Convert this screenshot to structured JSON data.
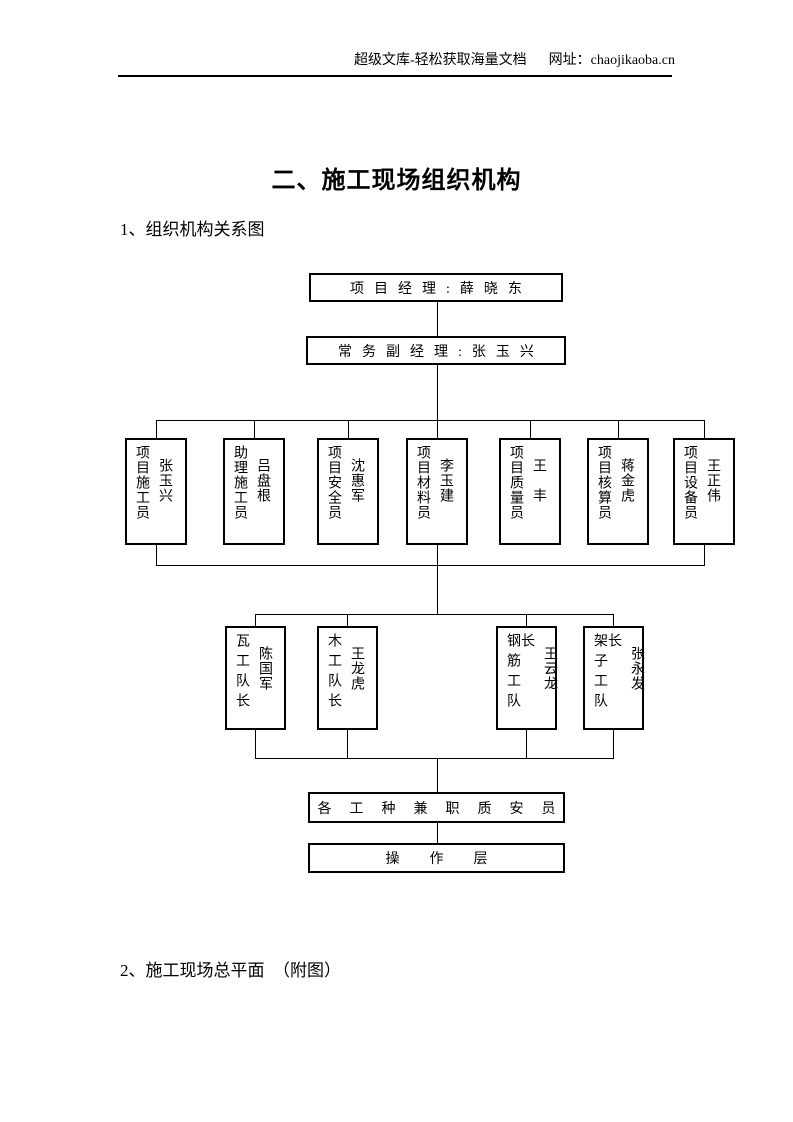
{
  "header": {
    "site": "超级文库-轻松获取海量文档",
    "url": "网址：chaojikaoba.cn"
  },
  "title": "二、施工现场组织机构",
  "sections": {
    "s1": "1、组织机构关系图",
    "s2": "2、施工现场总平面　（附图）"
  },
  "chart": {
    "manager": "项目经理:薛晓东",
    "deputy": "常务副经理:张玉兴",
    "staff": [
      {
        "title": "项目施工员",
        "name": "张玉兴"
      },
      {
        "title": "助理施工员",
        "name": "吕盘根"
      },
      {
        "title": "项目安全员",
        "name": "沈惠军"
      },
      {
        "title": "项目材料员",
        "name": "李玉建"
      },
      {
        "title": "项目质量员",
        "name": "王　丰"
      },
      {
        "title": "项目核算员",
        "name": "蒋金虎"
      },
      {
        "title": "项目设备员",
        "name": "王正伟"
      }
    ],
    "teams": [
      {
        "title": "瓦工队长",
        "name": "陈国军"
      },
      {
        "title": "木工队长",
        "name": "王龙虎"
      },
      {
        "title": "钢筋工队长",
        "name": "王云龙"
      },
      {
        "title": "架子工队长",
        "name": "张永发"
      }
    ],
    "qa": "各工种兼职质安员",
    "operation": "操作层"
  }
}
